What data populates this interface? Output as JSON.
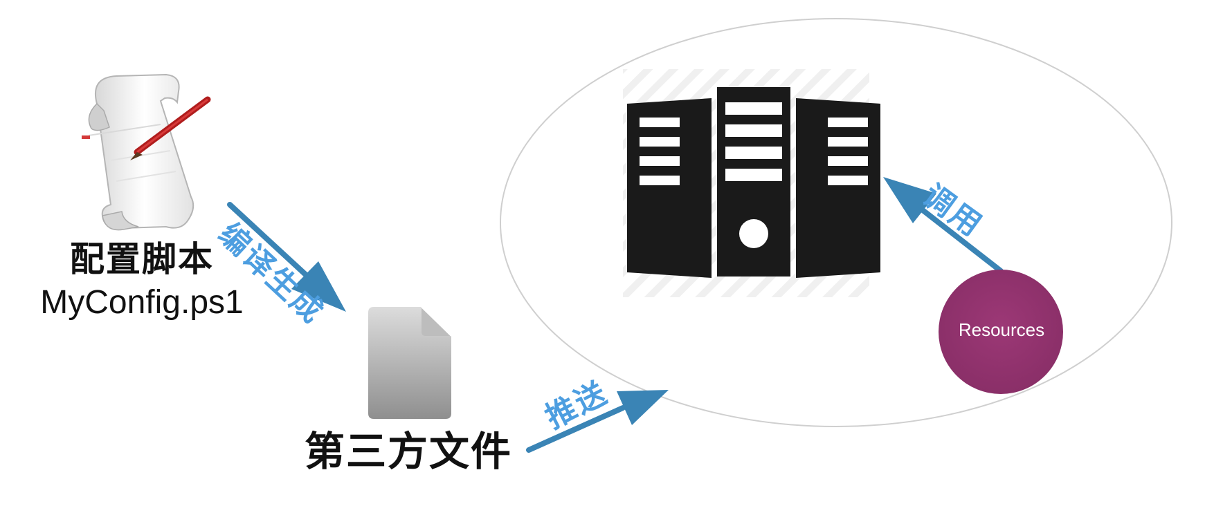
{
  "config_script": {
    "title": "配置脚本",
    "filename": "MyConfig.ps1",
    "icon": "script-scroll-icon"
  },
  "third_party_file": {
    "title": "第三方文件",
    "icon": "document-file-icon"
  },
  "arrows": {
    "compile_label": "编译生成",
    "push_label": "推送",
    "call_label": "调用"
  },
  "server": {
    "icon": "server-rack-icon"
  },
  "resources": {
    "label": "Resources"
  },
  "colors": {
    "arrow": "#3a84b5",
    "arrow_label": "#4d9ee0",
    "resources_fill": "#93336f",
    "ellipse_stroke": "#cfcfcf",
    "server_fill": "#1a1a1a"
  }
}
